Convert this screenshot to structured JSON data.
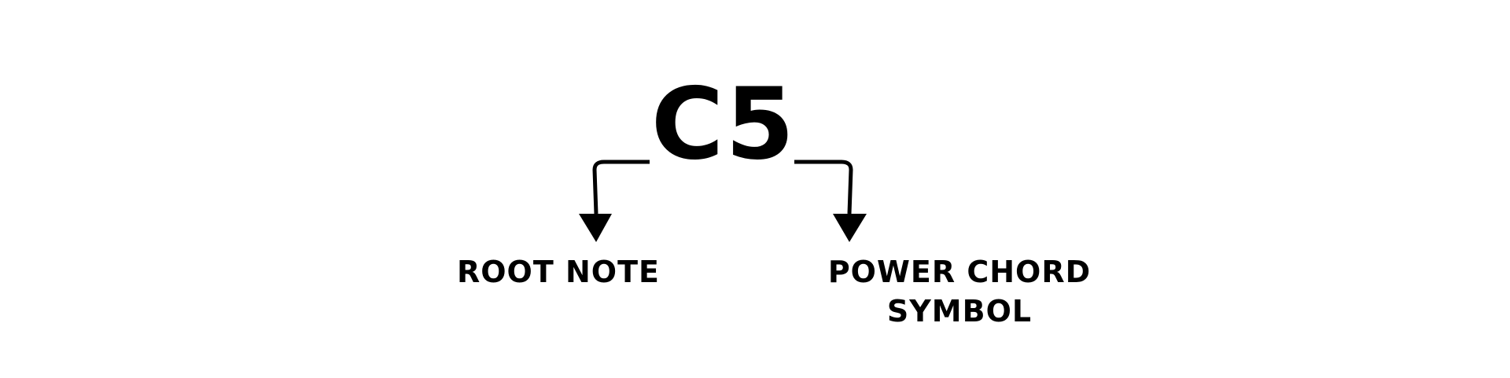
{
  "diagram": {
    "chord_symbol": "C5",
    "root_note_label": "ROOT NOTE",
    "power_chord_label_line1": "POWER CHORD",
    "power_chord_label_line2": "SYMBOL",
    "ink_color": "#000000",
    "background_color": "#ffffff"
  }
}
